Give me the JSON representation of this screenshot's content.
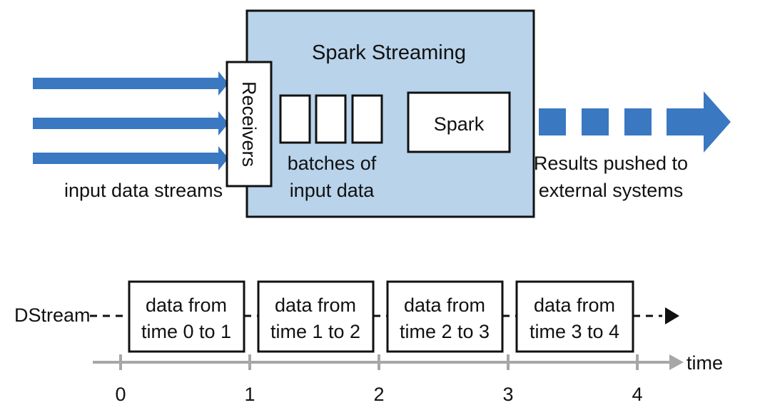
{
  "top": {
    "engine_title": "Spark Streaming",
    "receivers_label": "Receivers",
    "spark_label": "Spark",
    "batches_line1": "batches of",
    "batches_line2": "input data",
    "input_label": "input data streams",
    "output_line1": "Results pushed to",
    "output_line2": "external systems"
  },
  "bottom": {
    "dstream_label": "DStream",
    "time_label": "time",
    "segments": [
      {
        "line1": "data from",
        "line2": "time 0 to 1"
      },
      {
        "line1": "data from",
        "line2": "time 1 to 2"
      },
      {
        "line1": "data from",
        "line2": "time 2 to 3"
      },
      {
        "line1": "data from",
        "line2": "time 3 to 4"
      }
    ],
    "ticks": [
      "0",
      "1",
      "2",
      "3",
      "4"
    ]
  },
  "colors": {
    "arrow_blue": "#3a78c2",
    "box_fill": "#b8d3ea",
    "axis_gray": "#a7a7a7",
    "stroke": "#111111"
  }
}
